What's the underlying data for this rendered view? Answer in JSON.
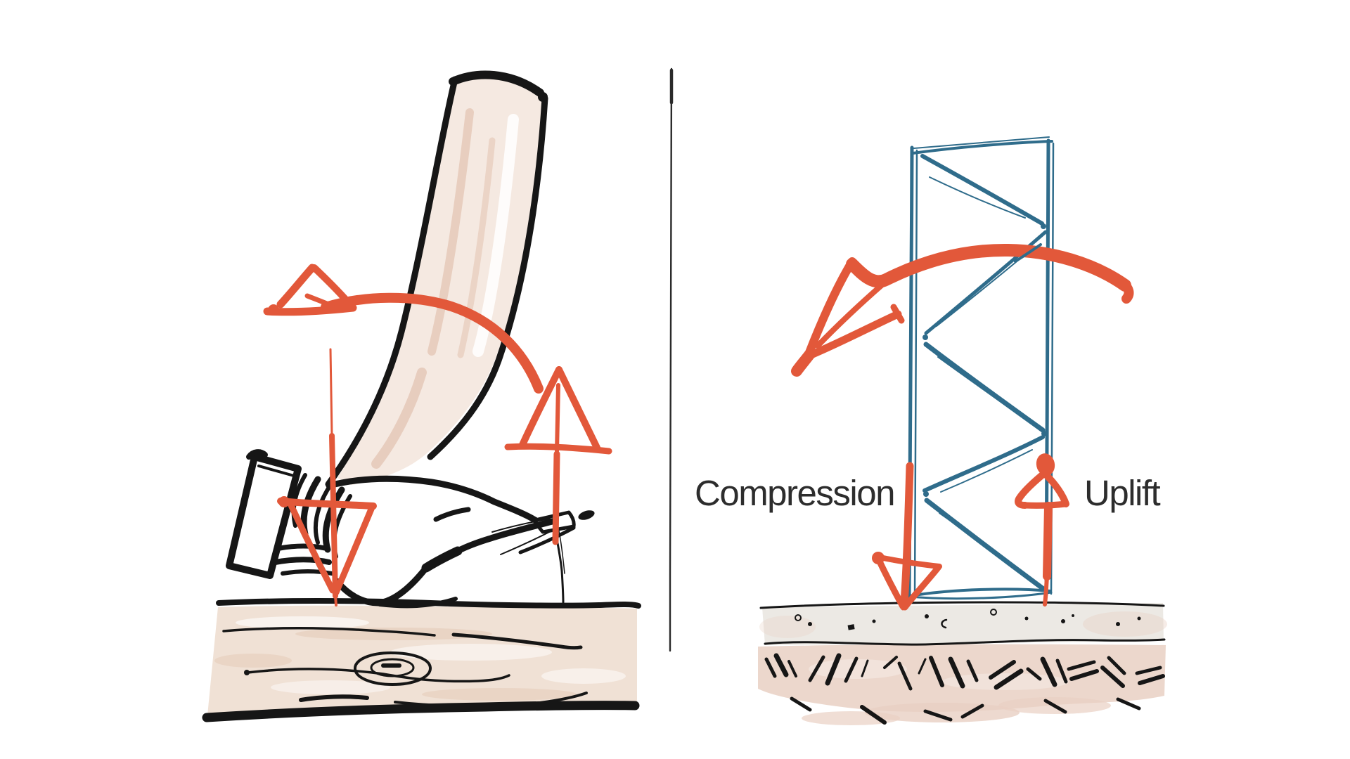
{
  "colors": {
    "orange": "#e2583a",
    "teal": "#2f6c8b",
    "ink": "#161616",
    "wood": "#ecd9c9",
    "soil": "#e9d0c3",
    "slab": "#eae7e1",
    "text": "#2d2d2d",
    "divider": "#2a2a2a",
    "paper": "#ffffff"
  },
  "left_panel": {
    "subject": "claw-hammer-pulling-nail-sketch",
    "annotations": {
      "moment_arrow": "curved-arrow-counterclockwise-icon",
      "down_force": "down-arrow-icon",
      "up_force": "up-arrow-icon"
    }
  },
  "right_panel": {
    "subject": "truss-tower-overturning-sketch",
    "labels": {
      "compression": "Compression",
      "uplift": "Uplift"
    },
    "annotations": {
      "moment_arrow": "curved-arrow-counterclockwise-icon",
      "down_force": "compression-down-arrow-icon",
      "up_force": "uplift-up-arrow-icon"
    }
  }
}
